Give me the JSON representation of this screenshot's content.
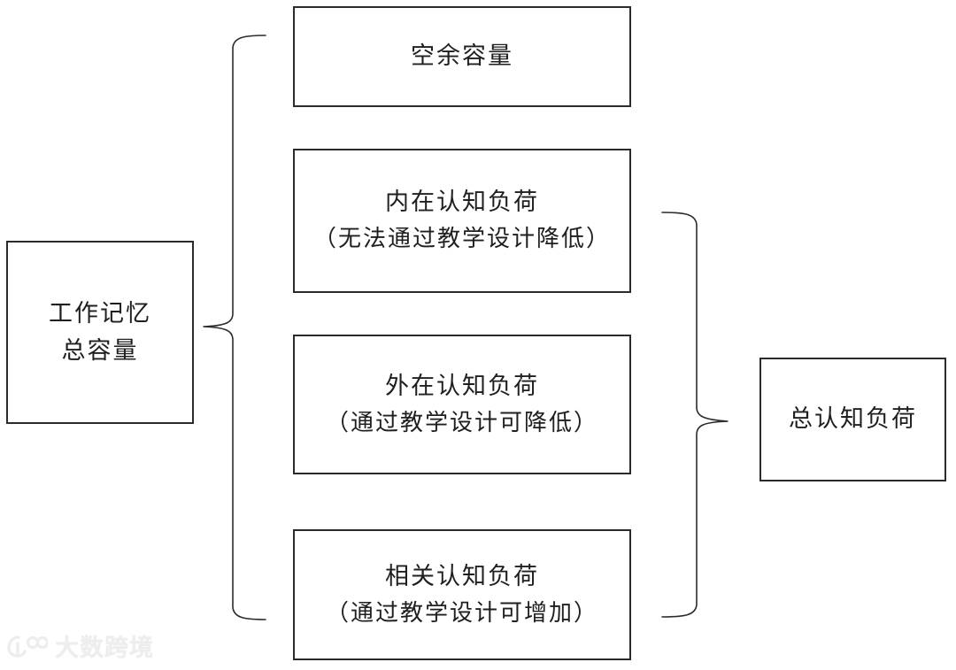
{
  "diagram": {
    "type": "bracket-decomposition",
    "title_visible": false,
    "nodes": {
      "working_memory": {
        "label": "工作记忆",
        "label2": "总容量"
      },
      "free_capacity": {
        "label": "空余容量",
        "label2": ""
      },
      "intrinsic_load": {
        "label": "内在认知负荷",
        "label2": "（无法通过教学设计降低）"
      },
      "extraneous_load": {
        "label": "外在认知负荷",
        "label2": "（通过教学设计可降低）"
      },
      "germane_load": {
        "label": "相关认知负荷",
        "label2": "（通过教学设计可增加）"
      },
      "total_load": {
        "label": "总认知负荷",
        "label2": ""
      }
    },
    "braces": {
      "left": {
        "name": "left-brace",
        "points_to": "working_memory",
        "groups": [
          "free_capacity",
          "intrinsic_load",
          "extraneous_load",
          "germane_load"
        ],
        "direction": "left"
      },
      "right": {
        "name": "right-brace",
        "points_to": "total_load",
        "groups": [
          "intrinsic_load",
          "extraneous_load",
          "germane_load"
        ],
        "direction": "right"
      }
    },
    "colors": {
      "stroke": "#2b2b2b",
      "text": "#1f1f1f",
      "background": "#ffffff",
      "watermark": "#ededed"
    }
  },
  "watermark": {
    "text": "大数跨境",
    "logo_name": "dashu-kuajing-logo"
  }
}
